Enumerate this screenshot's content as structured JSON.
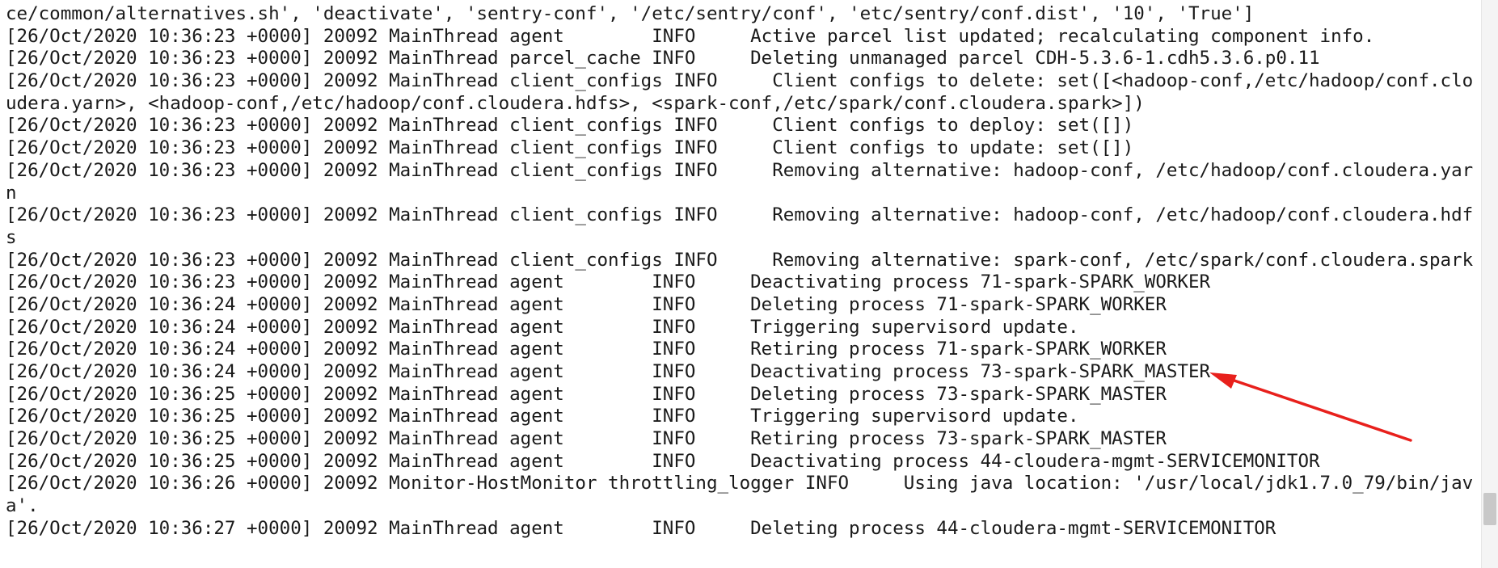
{
  "terminal": {
    "lines": [
      "ce/common/alternatives.sh', 'deactivate', 'sentry-conf', '/etc/sentry/conf', 'etc/sentry/conf.dist', '10', 'True']",
      "[26/Oct/2020 10:36:23 +0000] 20092 MainThread agent        INFO     Active parcel list updated; recalculating component info.",
      "[26/Oct/2020 10:36:23 +0000] 20092 MainThread parcel_cache INFO     Deleting unmanaged parcel CDH-5.3.6-1.cdh5.3.6.p0.11",
      "[26/Oct/2020 10:36:23 +0000] 20092 MainThread client_configs INFO     Client configs to delete: set([<hadoop-conf,/etc/hadoop/conf.clo",
      "udera.yarn>, <hadoop-conf,/etc/hadoop/conf.cloudera.hdfs>, <spark-conf,/etc/spark/conf.cloudera.spark>])",
      "[26/Oct/2020 10:36:23 +0000] 20092 MainThread client_configs INFO     Client configs to deploy: set([])",
      "[26/Oct/2020 10:36:23 +0000] 20092 MainThread client_configs INFO     Client configs to update: set([])",
      "[26/Oct/2020 10:36:23 +0000] 20092 MainThread client_configs INFO     Removing alternative: hadoop-conf, /etc/hadoop/conf.cloudera.yar",
      "n",
      "[26/Oct/2020 10:36:23 +0000] 20092 MainThread client_configs INFO     Removing alternative: hadoop-conf, /etc/hadoop/conf.cloudera.hdf",
      "s",
      "[26/Oct/2020 10:36:23 +0000] 20092 MainThread client_configs INFO     Removing alternative: spark-conf, /etc/spark/conf.cloudera.spark",
      "[26/Oct/2020 10:36:23 +0000] 20092 MainThread agent        INFO     Deactivating process 71-spark-SPARK_WORKER",
      "[26/Oct/2020 10:36:24 +0000] 20092 MainThread agent        INFO     Deleting process 71-spark-SPARK_WORKER",
      "[26/Oct/2020 10:36:24 +0000] 20092 MainThread agent        INFO     Triggering supervisord update.",
      "[26/Oct/2020 10:36:24 +0000] 20092 MainThread agent        INFO     Retiring process 71-spark-SPARK_WORKER",
      "[26/Oct/2020 10:36:24 +0000] 20092 MainThread agent        INFO     Deactivating process 73-spark-SPARK_MASTER",
      "[26/Oct/2020 10:36:25 +0000] 20092 MainThread agent        INFO     Deleting process 73-spark-SPARK_MASTER",
      "[26/Oct/2020 10:36:25 +0000] 20092 MainThread agent        INFO     Triggering supervisord update.",
      "[26/Oct/2020 10:36:25 +0000] 20092 MainThread agent        INFO     Retiring process 73-spark-SPARK_MASTER",
      "[26/Oct/2020 10:36:25 +0000] 20092 MainThread agent        INFO     Deactivating process 44-cloudera-mgmt-SERVICEMONITOR",
      "[26/Oct/2020 10:36:26 +0000] 20092 Monitor-HostMonitor throttling_logger INFO     Using java location: '/usr/local/jdk1.7.0_79/bin/jav",
      "a'.",
      "[26/Oct/2020 10:36:27 +0000] 20092 MainThread agent        INFO     Deleting process 44-cloudera-mgmt-SERVICEMONITOR"
    ]
  },
  "colors": {
    "text": "#1a1a1a",
    "background": "#ffffff",
    "annotation_arrow": "#e8201c"
  },
  "icons": {
    "annotation": "red-arrow-icon"
  }
}
